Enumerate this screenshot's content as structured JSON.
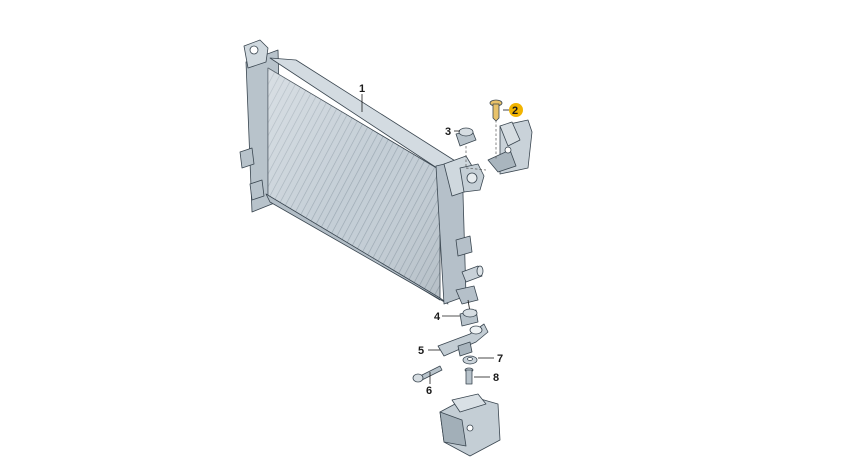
{
  "diagram": {
    "callouts": [
      {
        "id": "1",
        "label": "1"
      },
      {
        "id": "2",
        "label": "2",
        "highlighted": true
      },
      {
        "id": "3",
        "label": "3"
      },
      {
        "id": "4",
        "label": "4"
      },
      {
        "id": "5",
        "label": "5"
      },
      {
        "id": "6",
        "label": "6"
      },
      {
        "id": "7",
        "label": "7"
      },
      {
        "id": "8",
        "label": "8"
      }
    ],
    "colors": {
      "part_fill": "#c9d2d9",
      "part_shade": "#a9b5be",
      "part_dark": "#8d9aa4",
      "outline": "#3a4650",
      "highlight": "#f2b400",
      "highlighted_part": "#e8c26a"
    }
  }
}
